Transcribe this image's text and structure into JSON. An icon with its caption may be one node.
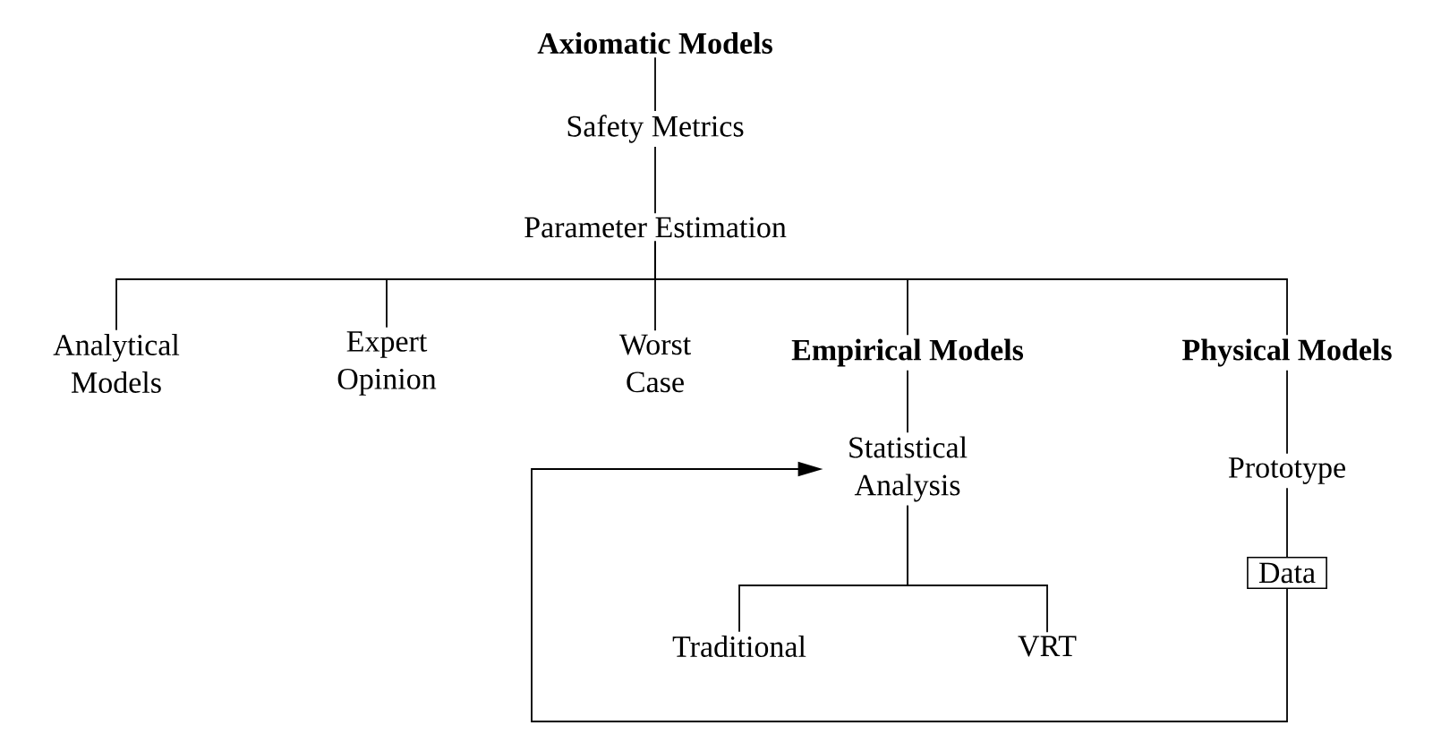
{
  "diagram": {
    "nodes": [
      {
        "text": [
          "Axiomatic Models"
        ]
      },
      {
        "text": [
          "Safety Metrics"
        ]
      },
      {
        "text": [
          "Parameter Estimation"
        ]
      },
      {
        "text": [
          "Analytical Models"
        ]
      },
      {
        "text": [
          "Expert Opinion"
        ]
      },
      {
        "text": [
          "Worst Case"
        ]
      },
      {
        "text": [
          "Empirical Models"
        ]
      },
      {
        "text": [
          "Physical Models"
        ]
      },
      {
        "text": [
          "Statistical Analysis"
        ]
      },
      {
        "text": [
          "Traditional"
        ]
      },
      {
        "text": [
          "VRT"
        ]
      },
      {
        "text": [
          "Prototype"
        ]
      },
      {
        "text": [
          "Data"
        ]
      }
    ],
    "edges": [
      {
        "from": 0,
        "to": 1,
        "arrow": "none"
      },
      {
        "from": 1,
        "to": 2,
        "arrow": "none"
      },
      {
        "from": 2,
        "to": 3,
        "arrow": "none"
      },
      {
        "from": 2,
        "to": 4,
        "arrow": "none"
      },
      {
        "from": 2,
        "to": 5,
        "arrow": "none"
      },
      {
        "from": 2,
        "to": 6,
        "arrow": "none"
      },
      {
        "from": 2,
        "to": 7,
        "arrow": "none"
      },
      {
        "from": 6,
        "to": 8,
        "arrow": "none"
      },
      {
        "from": 8,
        "to": 9,
        "arrow": "none"
      },
      {
        "from": 8,
        "to": 10,
        "arrow": "none"
      },
      {
        "from": 7,
        "to": 11,
        "arrow": "none"
      },
      {
        "from": 11,
        "to": 12,
        "arrow": "none"
      },
      {
        "from": 12,
        "to": 8,
        "arrow": "to"
      }
    ]
  }
}
